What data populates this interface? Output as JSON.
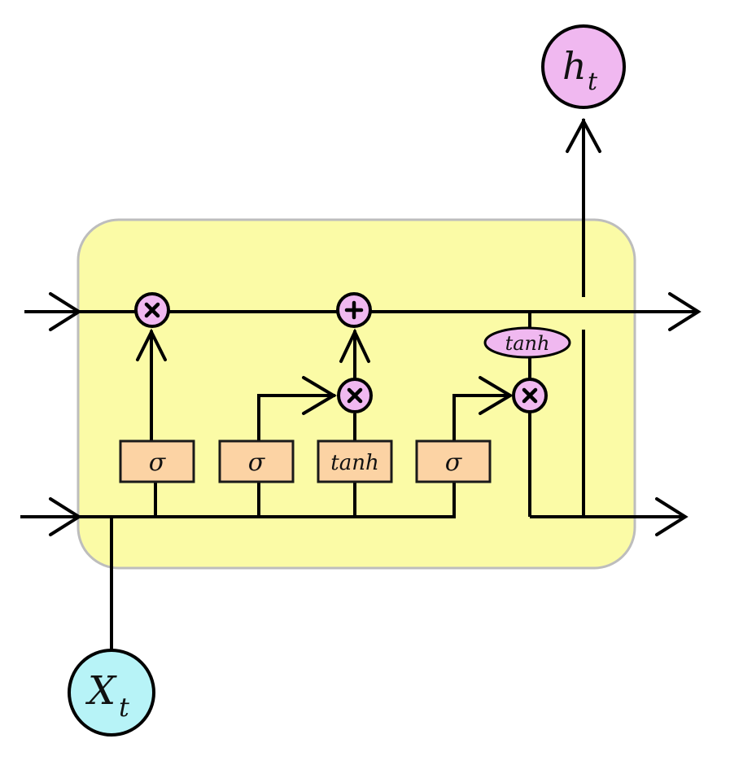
{
  "diagram": {
    "title": "",
    "cell_fill": "#fbfba6",
    "cell_stroke": "#bdbdbd",
    "gates": [
      {
        "id": "forget",
        "label": "σ"
      },
      {
        "id": "input",
        "label": "σ"
      },
      {
        "id": "candidate",
        "label": "tanh"
      },
      {
        "id": "output",
        "label": "σ"
      }
    ],
    "cell_tanh_label": "tanh",
    "operations": [
      {
        "id": "forget-multiply",
        "symbol": "×"
      },
      {
        "id": "cell-add",
        "symbol": "+"
      },
      {
        "id": "input-multiply",
        "symbol": "×"
      },
      {
        "id": "output-multiply",
        "symbol": "×"
      }
    ],
    "input": {
      "label": "X",
      "subscript": "t",
      "fill": "#b7f3f7"
    },
    "output": {
      "label": "h",
      "subscript": "t",
      "fill": "#f0b8f0"
    },
    "gate_fill": "#fcd3a4",
    "operation_fill": "#f0b8f0"
  }
}
